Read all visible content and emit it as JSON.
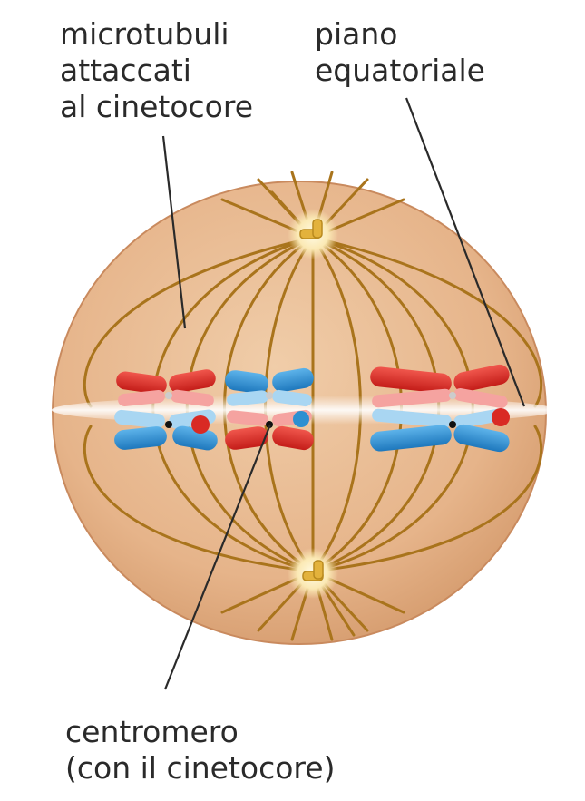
{
  "labels": {
    "microtubules": [
      "microtubuli",
      "attaccati",
      "al cinetocore"
    ],
    "equatorial_plane": [
      "piano",
      "equatoriale"
    ],
    "centromere": [
      "centromero",
      "(con il cinetocore)"
    ]
  },
  "colors": {
    "cell_fill": "#e8b992",
    "cell_edge": "#c98a5e",
    "spindle_fiber": "#a9741c",
    "chromosome_red": "#d92a24",
    "chromosome_blue": "#2d8fd1",
    "centrosome_glow": "#fff3c4",
    "centriole": "#e3b23c",
    "leader_line": "#2a2a2a"
  }
}
